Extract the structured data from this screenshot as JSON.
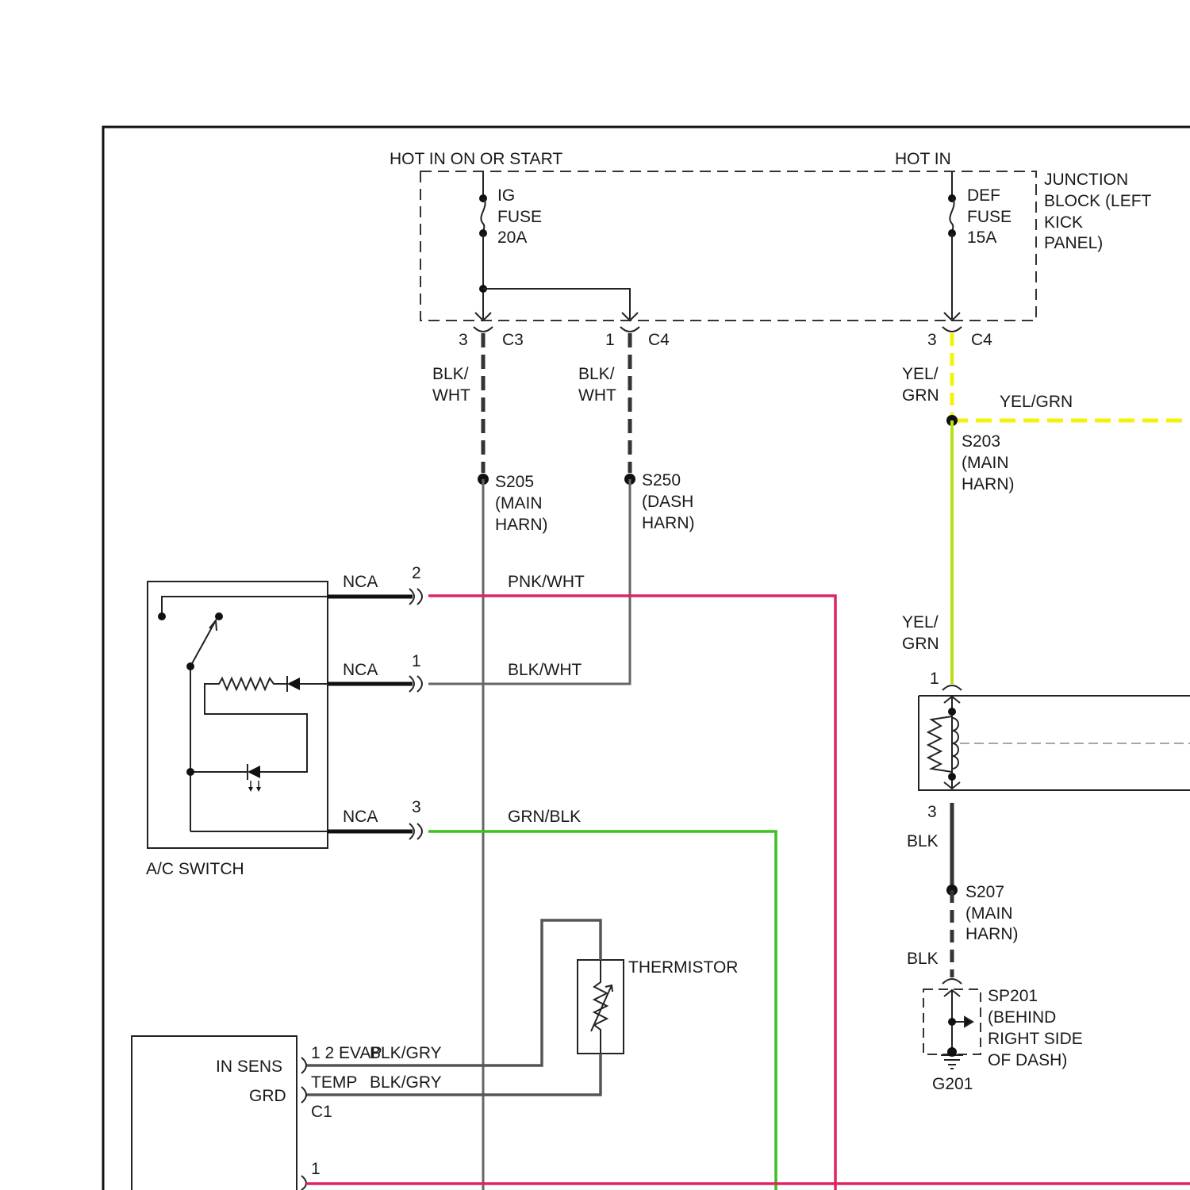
{
  "colors": {
    "frame": "#111111",
    "wire_black": "#333333",
    "wire_gray": "#555555",
    "wire_pink": "#e0245e",
    "wire_green": "#3cbf1f",
    "wire_yellow": "#f2f20a",
    "wire_yelgrn": "#b8e016"
  },
  "junction_block": {
    "hot_on_start": "HOT IN ON OR START",
    "hot_in": "HOT IN",
    "title": [
      "JUNCTION",
      "BLOCK (LEFT",
      "KICK",
      "PANEL)"
    ],
    "ig_fuse": [
      "IG",
      "FUSE",
      "20A"
    ],
    "def_fuse": [
      "DEF",
      "FUSE",
      "15A"
    ],
    "connectors": [
      {
        "pin": "3",
        "name": "C3"
      },
      {
        "pin": "1",
        "name": "C4"
      },
      {
        "pin": "3",
        "name": "C4"
      }
    ]
  },
  "wires": {
    "blk_wht_left": [
      "BLK/",
      "WHT"
    ],
    "blk_wht_right": [
      "BLK/",
      "WHT"
    ],
    "yel_grn_top": [
      "YEL/",
      "GRN"
    ],
    "yel_grn_branch": "YEL/GRN",
    "yel_grn_lower": [
      "YEL/",
      "GRN"
    ],
    "pnk_wht": "PNK/WHT",
    "blk_wht_mid": "BLK/WHT",
    "grn_blk": "GRN/BLK",
    "blk_upper": "BLK",
    "blk_lower": "BLK",
    "blk_gry_1": "BLK/GRY",
    "blk_gry_2": "BLK/GRY"
  },
  "splices": {
    "s205": [
      "S205",
      "(MAIN",
      "HARN)"
    ],
    "s250": [
      "S250",
      "(DASH",
      "HARN)"
    ],
    "s203": [
      "S203",
      "(MAIN",
      "HARN)"
    ],
    "s207": [
      "S207",
      "(MAIN",
      "HARN)"
    ],
    "sp201": [
      "SP201",
      "(BEHIND",
      "RIGHT SIDE",
      "OF DASH)"
    ]
  },
  "ground": "G201",
  "ac_switch": {
    "label": "A/C SWITCH",
    "pins": [
      {
        "tag": "NCA",
        "pin": "2"
      },
      {
        "tag": "NCA",
        "pin": "1"
      },
      {
        "tag": "NCA",
        "pin": "3"
      }
    ]
  },
  "relay": {
    "pin_top": "1",
    "pin_bottom": "3"
  },
  "thermistor": "THERMISTOR",
  "module": {
    "in_sens": "IN SENS",
    "grd": "GRD",
    "pin_line_1": "1 2 EVAP",
    "pin_line_2": "TEMP",
    "connector": "C1",
    "pin_bottom": "1"
  }
}
